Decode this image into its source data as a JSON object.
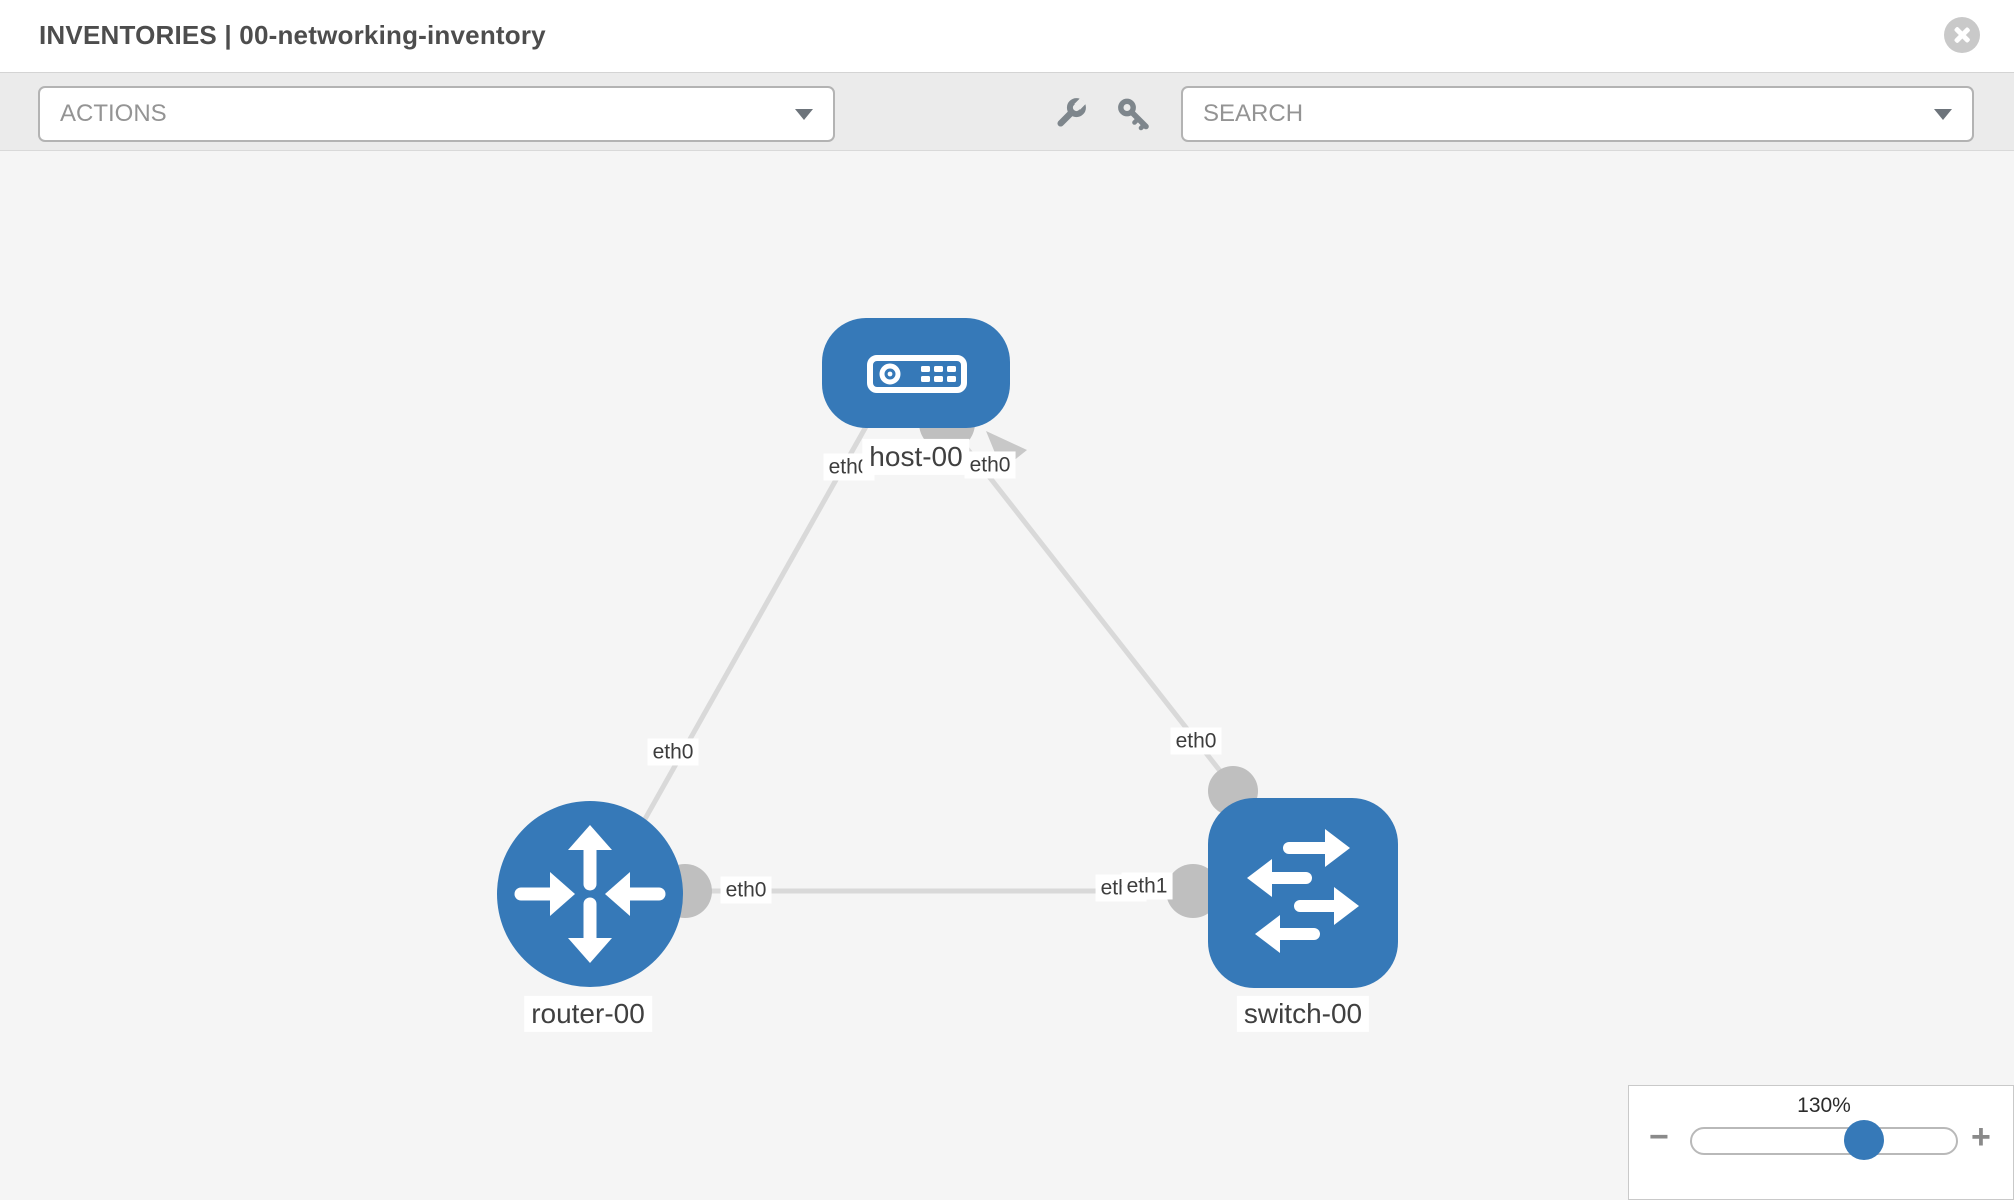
{
  "header": {
    "title": "INVENTORIES | 00-networking-inventory"
  },
  "toolbar": {
    "actions_label": "ACTIONS",
    "search_placeholder": "SEARCH"
  },
  "topology": {
    "nodes": [
      {
        "id": "host-00",
        "type": "host",
        "label": "host-00"
      },
      {
        "id": "router-00",
        "type": "router",
        "label": "router-00"
      },
      {
        "id": "switch-00",
        "type": "switch",
        "label": "switch-00"
      }
    ],
    "port_labels": {
      "host_left": "eth0",
      "host_right": "eth0",
      "link_host_router": "eth0",
      "link_host_switch": "eth0",
      "router_end": "eth0",
      "switch_end_back": "eth0",
      "switch_end_front": "eth1"
    }
  },
  "zoom_control": {
    "value": "130%",
    "minus_label": "−",
    "plus_label": "+"
  },
  "colors": {
    "node-blue": "#3679b8",
    "link-gray": "#d9d9d9",
    "interface-gray": "#bfbfbf",
    "canvas-bg": "#f5f5f5",
    "toolbar-bg": "#ebebeb"
  }
}
